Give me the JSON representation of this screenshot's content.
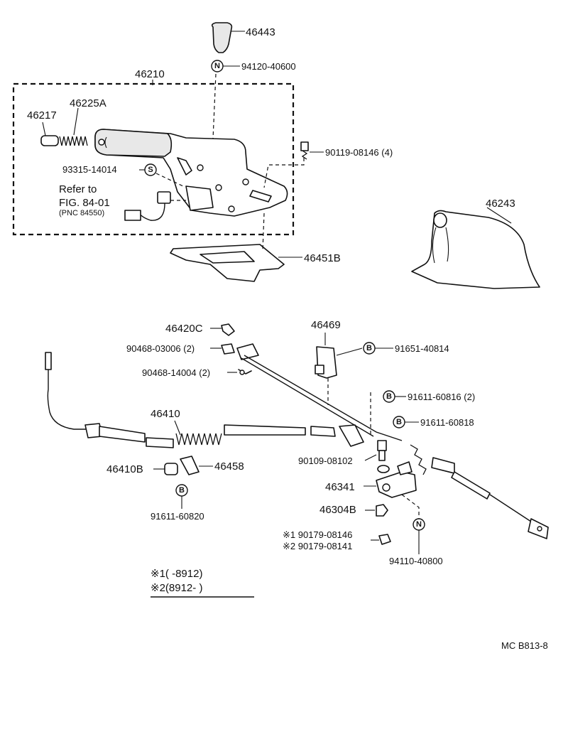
{
  "parts": {
    "knob": "46443",
    "knob_nut": "94120-40600",
    "lever_assy": "46210",
    "release_spring": "46225A",
    "release_button": "46217",
    "bolt": "90119-08146 (4)",
    "screw": "93315-14014",
    "refer_line1": "Refer to",
    "refer_line2": "FIG. 84-01",
    "refer_line3": "(PNC 84550)",
    "boot": "46243",
    "retainer": "46451B",
    "clip_46420c": "46420C",
    "clip_90468_03006": "90468-03006 (2)",
    "clip_90468_14004": "90468-14004 (2)",
    "bracket": "46469",
    "bolt_91651": "91651-40814",
    "bolt_91611_60816": "91611-60816 (2)",
    "bolt_91611_60818": "91611-60818",
    "cable": "46410",
    "pin": "90109-08102",
    "bushing": "46410B",
    "cable_clamp": "46458",
    "bolt_91611_60820": "91611-60820",
    "equalizer": "46341",
    "collar": "46304B",
    "nut_note1": "※1 90179-08146",
    "nut_note2": "※2 90179-08141",
    "nut_94110": "94110-40800"
  },
  "symbols": {
    "n": "N",
    "s": "S",
    "b": "B"
  },
  "legend": {
    "row1": "※1(      -8912)",
    "row2": "※2(8912-       )"
  },
  "footer": {
    "code": "MC  B813-8"
  }
}
